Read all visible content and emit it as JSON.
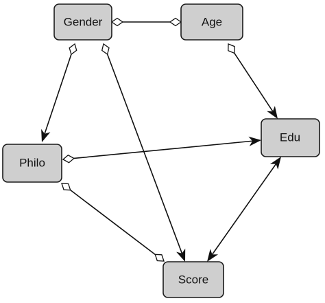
{
  "nodes": [
    {
      "id": "gender",
      "label": "Gender"
    },
    {
      "id": "age",
      "label": "Age"
    },
    {
      "id": "edu",
      "label": "Edu"
    },
    {
      "id": "philo",
      "label": "Philo"
    },
    {
      "id": "score",
      "label": "Score"
    }
  ],
  "edges": [
    {
      "from": "gender",
      "to": "age",
      "tail": "diamond",
      "head": "diamond"
    },
    {
      "from": "gender",
      "to": "philo",
      "tail": "diamond",
      "head": "arrow"
    },
    {
      "from": "gender",
      "to": "score",
      "tail": "diamond",
      "head": "arrow"
    },
    {
      "from": "age",
      "to": "edu",
      "tail": "diamond",
      "head": "arrow"
    },
    {
      "from": "philo",
      "to": "edu",
      "tail": "diamond",
      "head": "arrow"
    },
    {
      "from": "philo",
      "to": "score",
      "tail": "diamond",
      "head": "diamond"
    },
    {
      "from": "edu",
      "to": "score",
      "tail": "arrow",
      "head": "arrow"
    }
  ],
  "colors": {
    "node_fill": "#cfcfcf",
    "stroke": "#111111"
  }
}
